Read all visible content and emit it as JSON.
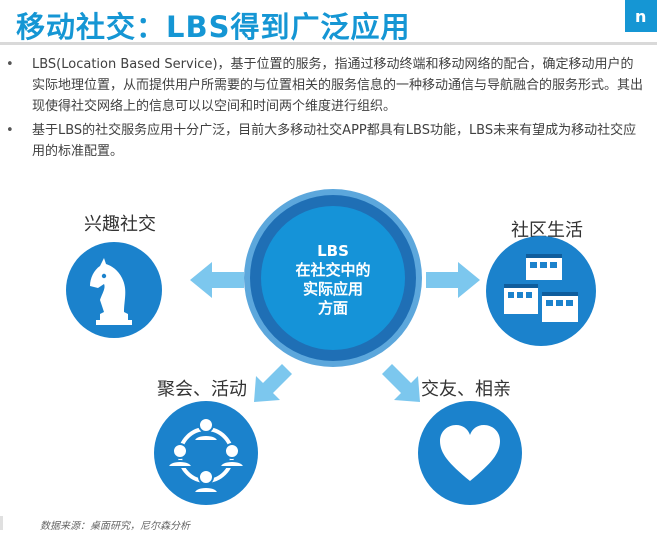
{
  "title": "移动社交：LBS得到广泛应用",
  "logo_text": "n",
  "bullets": [
    "LBS(Location Based Service)，基于位置的服务，指通过移动终端和移动网络的配合，确定移动用户的实际地理位置，从而提供用户所需要的与位置相关的服务信息的一种移动通信与导航融合的服务形式。其出现使得社交网络上的信息可以以空间和时间两个维度进行组织。",
    "基于LBS的社交服务应用十分广泛，目前大多移动社交APP都具有LBS功能，LBS未来有望成为移动社交应用的标准配置。"
  ],
  "bullet_marker": "•",
  "center": {
    "lines": [
      "LBS",
      "在社交中的",
      "实际应用",
      "方面"
    ]
  },
  "nodes": {
    "interest": {
      "label": "兴趣社交",
      "icon": "chess-knight-icon"
    },
    "community": {
      "label": "社区生活",
      "icon": "buildings-icon"
    },
    "gathering": {
      "label": "聚会、活动",
      "icon": "people-circle-icon"
    },
    "dating": {
      "label": "交友、相亲",
      "icon": "heart-icon"
    }
  },
  "source": "数据来源：桌面研究，尼尔森分析",
  "colors": {
    "title": "#1596d4",
    "icon_circle": "#1b82cc",
    "center_core": "#1593d8",
    "center_ring": "#5ca7dc",
    "arrow": "#7cc7ee"
  }
}
